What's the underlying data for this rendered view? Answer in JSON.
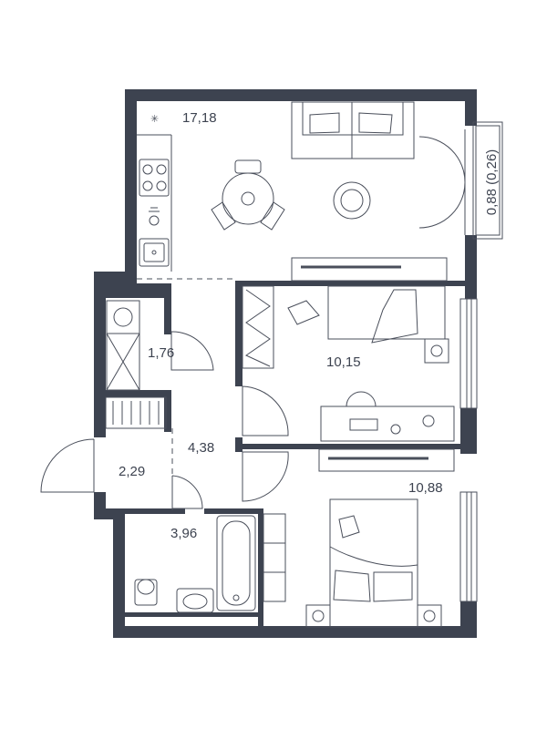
{
  "colors": {
    "wall": "#3d4350",
    "line": "#4a4f5b",
    "paper": "#ffffff"
  },
  "rooms": {
    "living_kitchen": {
      "area": "17,18"
    },
    "laundry": {
      "area": "1,76"
    },
    "bedroom_1": {
      "area": "10,15"
    },
    "hall": {
      "area": "4,38"
    },
    "entrance": {
      "area": "2,29"
    },
    "bedroom_2": {
      "area": "10,88"
    },
    "bathroom": {
      "area": "3,96"
    }
  },
  "balcony": {
    "area": "0,88 (0,26)"
  }
}
